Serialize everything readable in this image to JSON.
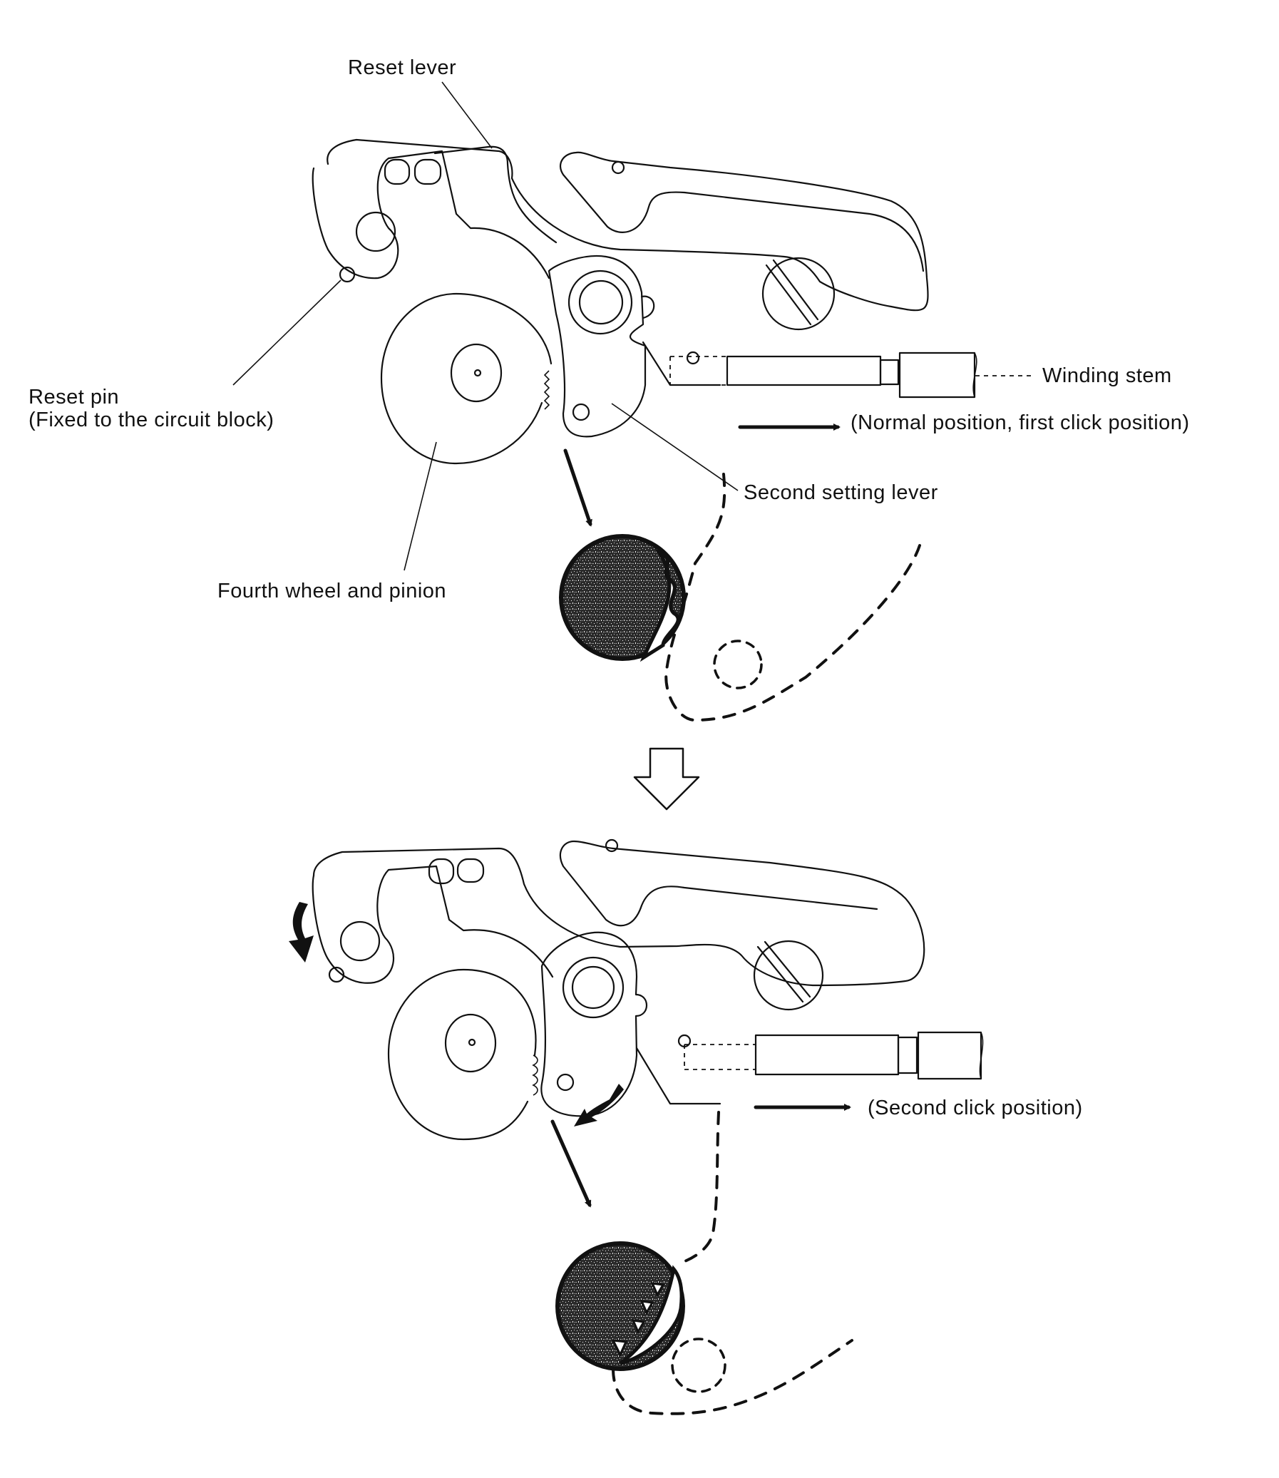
{
  "figure": {
    "views": [
      {
        "id": "normal",
        "state_label": "(Normal position, first click position)"
      },
      {
        "id": "second-click",
        "state_label": "(Second click position)"
      }
    ],
    "labels": {
      "reset_lever": "Reset lever",
      "reset_pin_line1": "Reset pin",
      "reset_pin_line2": "(Fixed to the circuit block)",
      "winding_stem": "Winding stem",
      "fourth_wheel": "Fourth wheel and pinion",
      "second_setting_lever": "Second setting lever"
    },
    "icons": {
      "transition": "down-arrow-outline",
      "motion": "right-arrow-bold",
      "rotation": "curved-arrow"
    }
  }
}
